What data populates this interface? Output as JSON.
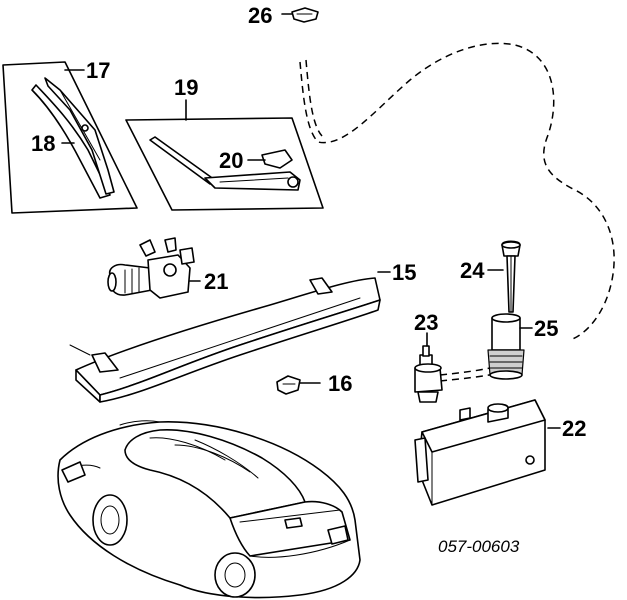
{
  "diagram": {
    "catalog_code": "057-00603",
    "parts": [
      {
        "id": "p15",
        "label": "15"
      },
      {
        "id": "p16",
        "label": "16"
      },
      {
        "id": "p17",
        "label": "17"
      },
      {
        "id": "p18",
        "label": "18"
      },
      {
        "id": "p19",
        "label": "19"
      },
      {
        "id": "p20",
        "label": "20"
      },
      {
        "id": "p21",
        "label": "21"
      },
      {
        "id": "p22",
        "label": "22"
      },
      {
        "id": "p23",
        "label": "23"
      },
      {
        "id": "p24",
        "label": "24"
      },
      {
        "id": "p25",
        "label": "25"
      },
      {
        "id": "p26",
        "label": "26"
      }
    ]
  }
}
